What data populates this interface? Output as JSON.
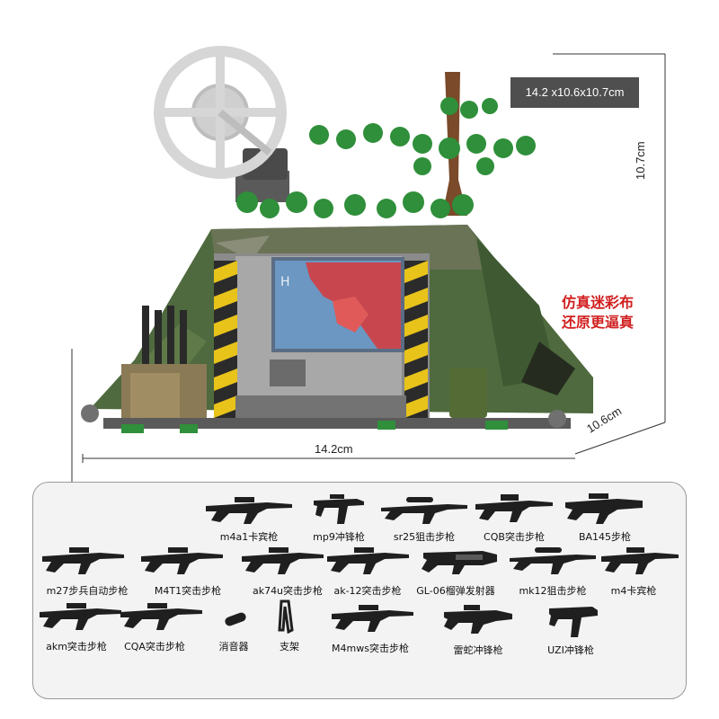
{
  "dimensions": {
    "badge": "14.2 x10.6x10.7cm",
    "height": "10.7cm",
    "width": "14.2cm",
    "depth": "10.6cm"
  },
  "feature_text": [
    "仿真迷彩布",
    "还原更逼真"
  ],
  "weapons": [
    {
      "label": "m4a1卡宾枪",
      "icon": "rifle-icon"
    },
    {
      "label": "mp9冲锋枪",
      "icon": "smg-icon"
    },
    {
      "label": "sr25狙击步枪",
      "icon": "sniper-rifle-icon"
    },
    {
      "label": "CQB突击步枪",
      "icon": "rifle-icon"
    },
    {
      "label": "BA145步枪",
      "icon": "rifle-icon"
    },
    {
      "label": "m27步兵自动步枪",
      "icon": "rifle-icon"
    },
    {
      "label": "M4T1突击步枪",
      "icon": "rifle-icon"
    },
    {
      "label": "ak74u突击步枪",
      "icon": "rifle-icon"
    },
    {
      "label": "ak-12突击步枪",
      "icon": "rifle-icon"
    },
    {
      "label": "GL-06榴弹发射器",
      "icon": "grenade-launcher-icon"
    },
    {
      "label": "mk12狙击步枪",
      "icon": "sniper-rifle-icon"
    },
    {
      "label": "m4卡宾枪",
      "icon": "rifle-icon"
    },
    {
      "label": "akm突击步枪",
      "icon": "rifle-icon"
    },
    {
      "label": "CQA突击步枪",
      "icon": "rifle-icon"
    },
    {
      "label": "消音器",
      "icon": "silencer-icon"
    },
    {
      "label": "支架",
      "icon": "bipod-icon"
    },
    {
      "label": "M4mws突击步枪",
      "icon": "rifle-icon"
    },
    {
      "label": "雷蛇冲锋枪",
      "icon": "smg-icon"
    },
    {
      "label": "UZI冲锋枪",
      "icon": "smg-icon"
    }
  ]
}
